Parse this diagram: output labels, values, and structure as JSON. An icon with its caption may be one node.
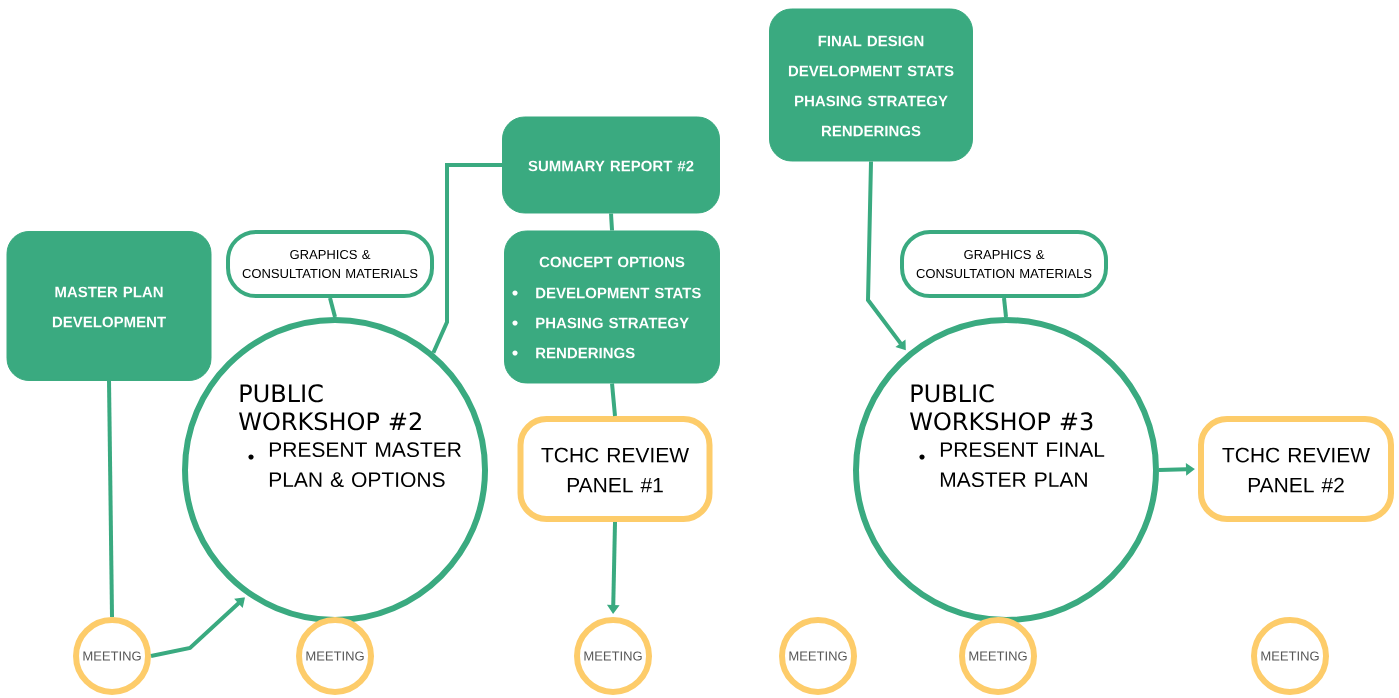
{
  "diagram": {
    "nodes": [
      {
        "text": [
          "MASTER PLAN DEVELOPMENT"
        ]
      },
      {
        "text": [
          "GRAPHICS & CONSULTATION MATERIALS"
        ]
      },
      {
        "text": [
          "PUBLIC WORKSHOP #2",
          "PRESENT MASTER PLAN & OPTIONS"
        ]
      },
      {
        "text": [
          "SUMMARY REPORT #2"
        ]
      },
      {
        "text": [
          "CONCEPT OPTIONS",
          "DEVELOPMENT STATS",
          "PHASING STRATEGY",
          "RENDERINGS"
        ]
      },
      {
        "text": [
          "TCHC REVIEW PANEL #1"
        ]
      },
      {
        "text": [
          "FINAL DESIGN",
          "DEVELOPMENT STATS",
          "PHASING STRATEGY",
          "RENDERINGS"
        ]
      },
      {
        "text": [
          "GRAPHICS & CONSULTATION MATERIALS"
        ]
      },
      {
        "text": [
          "PUBLIC WORKSHOP #3",
          "PRESENT FINAL MASTER PLAN"
        ]
      },
      {
        "text": [
          "TCHC REVIEW PANEL #2"
        ]
      },
      {
        "text": [
          "MEETING"
        ]
      },
      {
        "text": [
          "MEETING"
        ]
      },
      {
        "text": [
          "MEETING"
        ]
      },
      {
        "text": [
          "MEETING"
        ]
      },
      {
        "text": [
          "MEETING"
        ]
      },
      {
        "text": [
          "MEETING"
        ]
      }
    ],
    "edges": [
      {
        "from": 0,
        "to": 10,
        "arrow": "none"
      },
      {
        "from": 10,
        "to": 2,
        "arrow": "to"
      },
      {
        "from": 1,
        "to": 2,
        "arrow": "none"
      },
      {
        "from": 2,
        "to": 3,
        "arrow": "none"
      },
      {
        "from": 3,
        "to": 4,
        "arrow": "none"
      },
      {
        "from": 4,
        "to": 5,
        "arrow": "none"
      },
      {
        "from": 5,
        "to": 12,
        "arrow": "to"
      },
      {
        "from": 6,
        "to": 8,
        "arrow": "to"
      },
      {
        "from": 7,
        "to": 8,
        "arrow": "none"
      },
      {
        "from": 8,
        "to": 9,
        "arrow": "to"
      }
    ]
  }
}
